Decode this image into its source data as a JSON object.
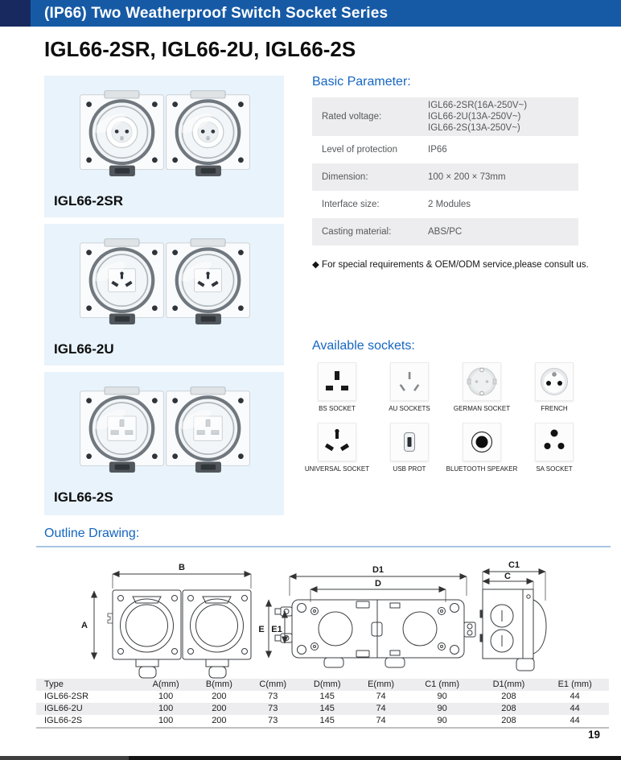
{
  "page": {
    "header": "(IP66) Two Weatherproof Switch Socket Series",
    "title": "IGL66-2SR, IGL66-2U, IGL66-2S",
    "page_number": "19"
  },
  "colors": {
    "header_bg": "#165AA6",
    "header_accent": "#17295E",
    "heading_blue": "#1566C1",
    "card_bg": "#E8F3FB",
    "row_gray": "#EDEDEF"
  },
  "products": [
    {
      "label": "IGL66-2SR",
      "socket_type": "german-schuko"
    },
    {
      "label": "IGL66-2U",
      "socket_type": "universal"
    },
    {
      "label": "IGL66-2S",
      "socket_type": "bs"
    }
  ],
  "basic_parameter": {
    "heading": "Basic Parameter:",
    "rows": [
      {
        "label": "Rated voltage:",
        "lines": [
          "IGL66-2SR(16A-250V~)",
          "IGL66-2U(13A-250V~)",
          "IGL66-2S(13A-250V~)"
        ]
      },
      {
        "label": "Level of protection",
        "value": "IP66"
      },
      {
        "label": "Dimension:",
        "value": "100 × 200 × 73mm"
      },
      {
        "label": "Interface size:",
        "value": "2 Modules"
      },
      {
        "label": "Casting material:",
        "value": "ABS/PC"
      }
    ],
    "note": "◆ For special requirements & OEM/ODM service,please consult us."
  },
  "available_sockets": {
    "heading": "Available sockets:",
    "items": [
      {
        "label": "BS SOCKET"
      },
      {
        "label": "AU SOCKETS"
      },
      {
        "label": "GERMAN SOCKET"
      },
      {
        "label": "FRENCH"
      },
      {
        "label": "UNIVERSAL SOCKET"
      },
      {
        "label": "USB PROT"
      },
      {
        "label": "BLUETOOTH SPEAKER"
      },
      {
        "label": "SA SOCKET"
      }
    ]
  },
  "outline_drawing": {
    "heading": "Outline Drawing:",
    "labels": {
      "A": "A",
      "B": "B",
      "C": "C",
      "C1": "C1",
      "D": "D",
      "D1": "D1",
      "E": "E",
      "E1": "E1"
    }
  },
  "dimension_table": {
    "headers": [
      "Type",
      "A(mm)",
      "B(mm)",
      "C(mm)",
      "D(mm)",
      "E(mm)",
      "C1 (mm)",
      "D1(mm)",
      "E1 (mm)"
    ],
    "rows": [
      [
        "IGL66-2SR",
        "100",
        "200",
        "73",
        "145",
        "74",
        "90",
        "208",
        "44"
      ],
      [
        "IGL66-2U",
        "100",
        "200",
        "73",
        "145",
        "74",
        "90",
        "208",
        "44"
      ],
      [
        "IGL66-2S",
        "100",
        "200",
        "73",
        "145",
        "74",
        "90",
        "208",
        "44"
      ]
    ]
  }
}
